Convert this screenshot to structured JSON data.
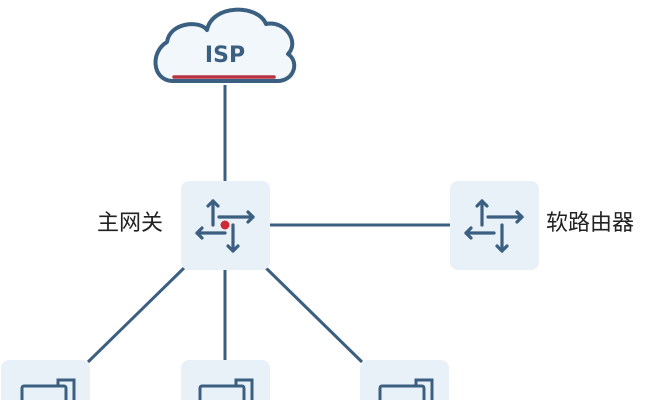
{
  "cloud": {
    "label": "ISP",
    "fill": "#f2f7fc",
    "stroke": "#3b5f80",
    "accent": "#b8323f"
  },
  "main_gateway": {
    "label": "主网关",
    "icon": "router-arrows-icon"
  },
  "soft_router": {
    "label": "软路由器",
    "icon": "router-arrows-icon"
  },
  "devices": [
    {
      "icon": "computer-icon"
    },
    {
      "icon": "computer-icon"
    },
    {
      "icon": "computer-icon"
    }
  ],
  "colors": {
    "line": "#3b5f80",
    "tile": "#e8f0f8",
    "icon": "#3b5f80",
    "center_dot": "#cc2b36"
  }
}
